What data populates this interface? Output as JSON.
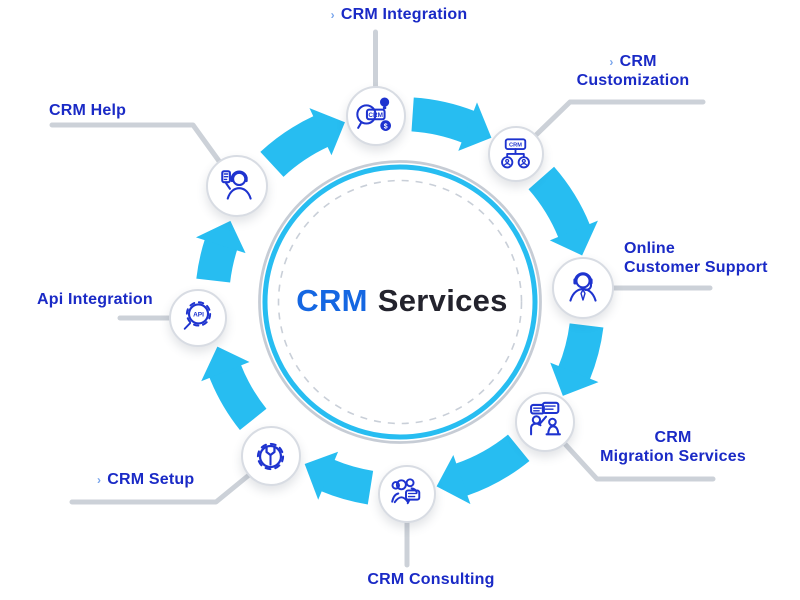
{
  "diagram": {
    "center_title": {
      "highlight": "CRM",
      "rest": "Services"
    },
    "icon_text": {
      "crm": "CRM",
      "api": "API",
      "dollar": "$"
    },
    "nodes": [
      {
        "id": "crm-integration",
        "label": "CRM Integration",
        "lines": [
          "CRM Integration"
        ],
        "deco": "›",
        "icon": "crm-search-icon"
      },
      {
        "id": "crm-customization",
        "label": "CRM Customization",
        "lines": [
          "CRM",
          "Customization"
        ],
        "deco": "›",
        "icon": "crm-hierarchy-icon"
      },
      {
        "id": "online-customer-support",
        "label": "Online Customer Support",
        "lines": [
          "Online",
          "Customer Support"
        ],
        "icon": "support-agent-icon"
      },
      {
        "id": "crm-migration-services",
        "label": "CRM Migration Services",
        "lines": [
          "CRM",
          "Migration Services"
        ],
        "icon": "people-chat-icon"
      },
      {
        "id": "crm-consulting",
        "label": "CRM Consulting",
        "lines": [
          "CRM Consulting"
        ],
        "icon": "consulting-group-icon"
      },
      {
        "id": "crm-setup",
        "label": "CRM Setup",
        "lines": [
          "CRM Setup"
        ],
        "deco": "›",
        "icon": "gear-wrench-icon"
      },
      {
        "id": "api-integration",
        "label": "Api Integration",
        "lines": [
          "Api Integration"
        ],
        "icon": "api-gear-icon"
      },
      {
        "id": "crm-help",
        "label": "CRM Help",
        "lines": [
          "CRM Help"
        ],
        "icon": "help-agent-icon"
      }
    ],
    "colors": {
      "accent_cyan": "#27bdf1",
      "label_blue": "#1a2ac6",
      "title_blue": "#1567e2",
      "title_dark": "#23232d",
      "icon_blue": "#1e33cf",
      "connector_gray": "#ccd1d8",
      "node_border_gray": "#d8dce3",
      "dashed_gray": "#c9cfd8"
    }
  }
}
